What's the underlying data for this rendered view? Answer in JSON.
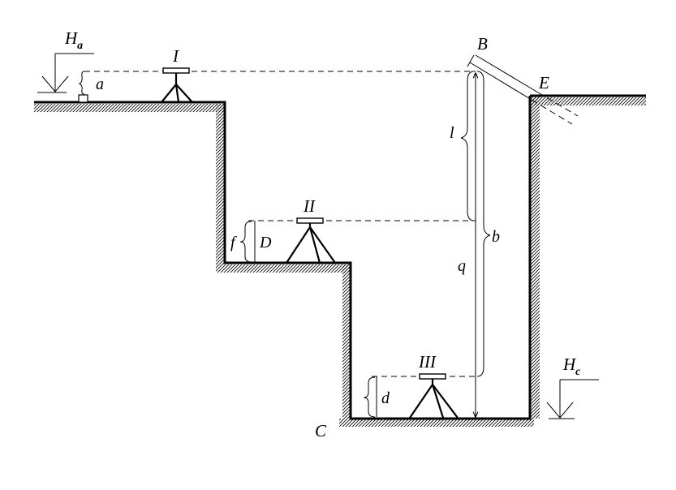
{
  "labels": {
    "Ha_main": "H",
    "Ha_sub": "a",
    "a": "a",
    "I": "I",
    "B": "B",
    "E": "E",
    "l": "l",
    "II": "II",
    "f": "f",
    "D": "D",
    "b": "b",
    "q": "q",
    "III": "III",
    "Hc_main": "H",
    "Hc_sub": "c",
    "d": "d",
    "C": "C"
  }
}
